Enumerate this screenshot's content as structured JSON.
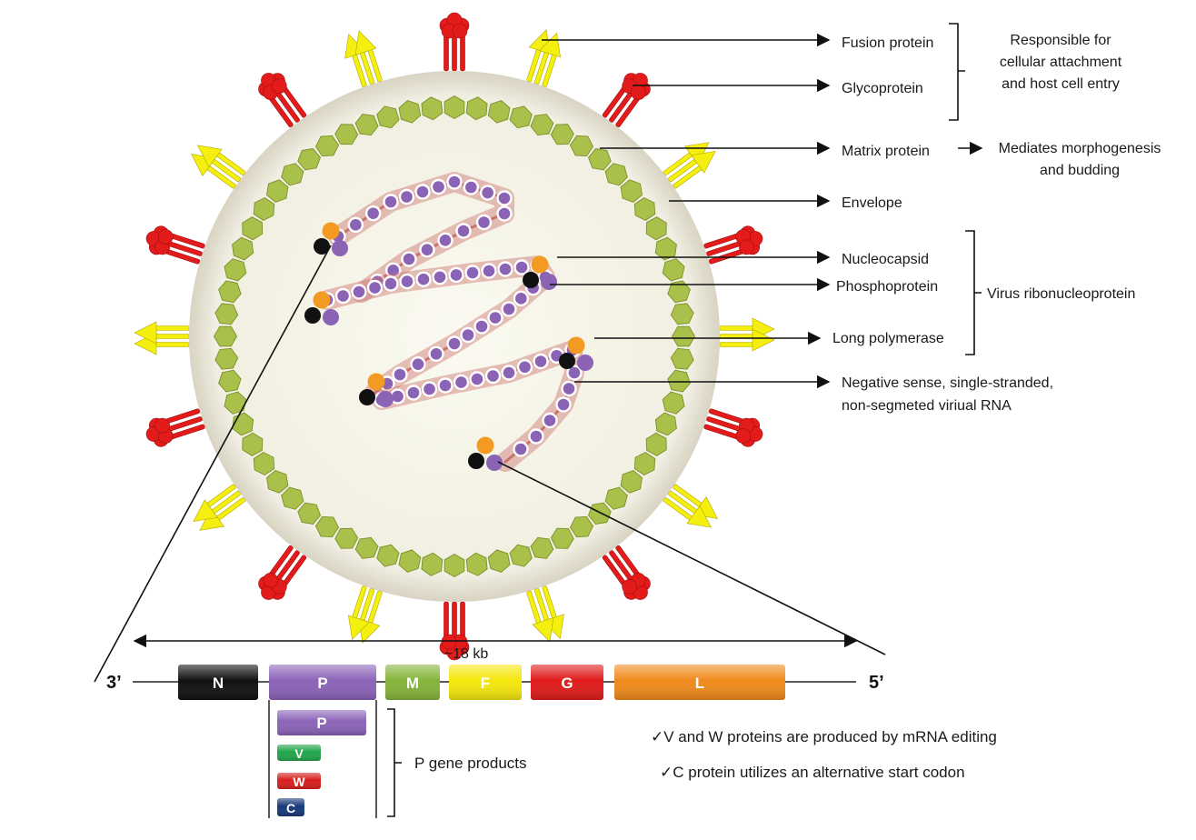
{
  "labels": {
    "fusion": "Fusion protein",
    "glyco": "Glycoprotein",
    "attach_1": "Responsible for",
    "attach_2": "cellular attachment",
    "attach_3": "and host cell entry",
    "matrix": "Matrix protein",
    "morpho_1": "Mediates morphogenesis",
    "morpho_2": "and budding",
    "envelope": "Envelope",
    "nucleocapsid": "Nucleocapsid",
    "phospho": "Phosphoprotein",
    "vrnp": "Virus ribonucleoprotein",
    "polymerase": "Long polymerase",
    "rna_1": "Negative sense, single-stranded,",
    "rna_2": "non-segmeted viriual RNA"
  },
  "genome": {
    "length": "~18 kb",
    "end3": "3’",
    "end5": "5’",
    "genes": [
      {
        "name": "N",
        "color": "#111111",
        "text_color": "#ffffff"
      },
      {
        "name": "P",
        "color": "#8b63b8",
        "text_color": "#ffffff"
      },
      {
        "name": "M",
        "color": "#86b43a",
        "text_color": "#ffffff"
      },
      {
        "name": "F",
        "color": "#f5e60c",
        "text_color": "#111111"
      },
      {
        "name": "G",
        "color": "#e01b1b",
        "text_color": "#ffffff"
      },
      {
        "name": "L",
        "color": "#f08a1c",
        "text_color": "#ffffff"
      }
    ]
  },
  "p_products": {
    "items": [
      {
        "name": "P",
        "color": "#8b63b8"
      },
      {
        "name": "V",
        "color": "#21a64a"
      },
      {
        "name": "W",
        "color": "#d81e1e"
      },
      {
        "name": "C",
        "color": "#173a7a"
      }
    ],
    "label": "P gene products"
  },
  "notes": [
    "✓V and W proteins are produced by mRNA editing",
    "✓C protein utilizes an alternative start codon"
  ],
  "colors": {
    "fusion_spike": "#f5ef10",
    "glyco_spike": "#e31b1b",
    "matrix": "#a9c04a",
    "envelope": "#eeebdd",
    "nucleocapsid_bead": "#8a63b5",
    "rna_strand": "#c9736f",
    "phospho_dot": "#f29a22",
    "polymerase_dot": "#111111"
  }
}
